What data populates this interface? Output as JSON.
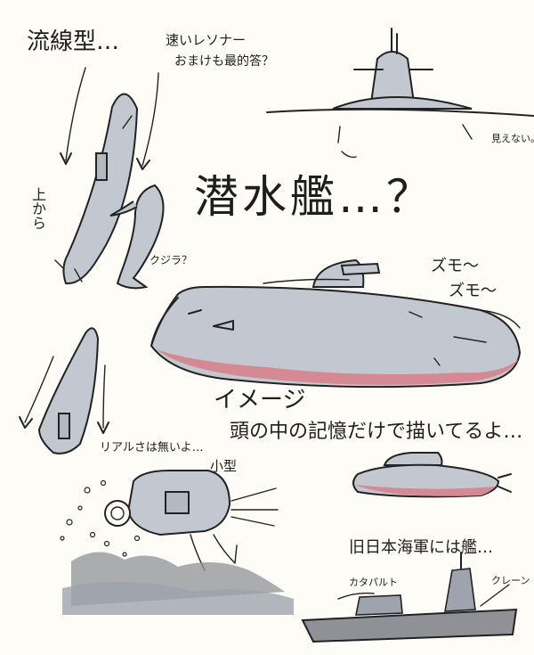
{
  "labels": {
    "streamlined": "流線型…",
    "speed_sonar_line1": "速いレソナー",
    "speed_sonar_line2": "おまけも最的答？",
    "from_above": "上から",
    "whale": "クジラ？",
    "title": "潜水艦…？",
    "zumo1": "ズモ〜",
    "zumo2": "ズモ〜",
    "image": "イメージ",
    "memory": "頭の中の記憶だけで描いてるよ…",
    "not_visible": "見えない。",
    "not_realistic": "リアルさは無いよ…",
    "small": "小型",
    "old_navy": "旧日本海軍には艦…",
    "catapult": "カタパルト",
    "crane": "クレーン"
  },
  "colors": {
    "hull_gray": "#c3c7cf",
    "hull_shadow": "#9ea3ad",
    "belly_pink": "#d58a93",
    "sea_gray": "#8f9196",
    "paper": "#fdfcf7",
    "ink": "#222222"
  }
}
